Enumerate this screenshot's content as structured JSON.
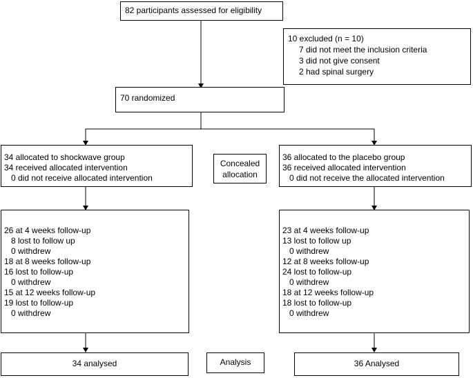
{
  "enrollment": {
    "assessed": "82 participants assessed for eligibility"
  },
  "excluded": {
    "title": "10 excluded (n = 10)",
    "reasons": [
      "7 did not meet the inclusion criteria",
      "3 did not give consent",
      "2 had spinal surgery"
    ]
  },
  "randomized": "70 randomized",
  "concealed": [
    "Concealed",
    "allocation"
  ],
  "shockwave": {
    "allocation": [
      "34 allocated to shockwave group",
      "34 received allocated intervention",
      "0 did not receive allocated intervention"
    ],
    "followup": [
      "26 at 4 weeks follow-up",
      "8 lost to follow up",
      "0 withdrew",
      "18 at 8 weeks follow-up",
      "16 lost to follow-up",
      "0 withdrew",
      "15 at 12 weeks follow-up",
      "19 lost to follow-up",
      "0 withdrew"
    ],
    "analysis": "34 analysed"
  },
  "placebo": {
    "allocation": [
      "36 allocated to the placebo group",
      "36 received allocated intervention",
      "0 did not receive the allocated intervention"
    ],
    "followup": [
      "23 at 4 weeks follow-up",
      "13 lost to follow up",
      "0 withdrew",
      "12 at 8 weeks follow-up",
      "24 lost to follow-up",
      "0 withdrew",
      "18 at 12 weeks follow-up",
      "18 lost to follow-up",
      "0 withdrew"
    ],
    "analysis": "36 Analysed"
  },
  "analysis_label": "Analysis"
}
